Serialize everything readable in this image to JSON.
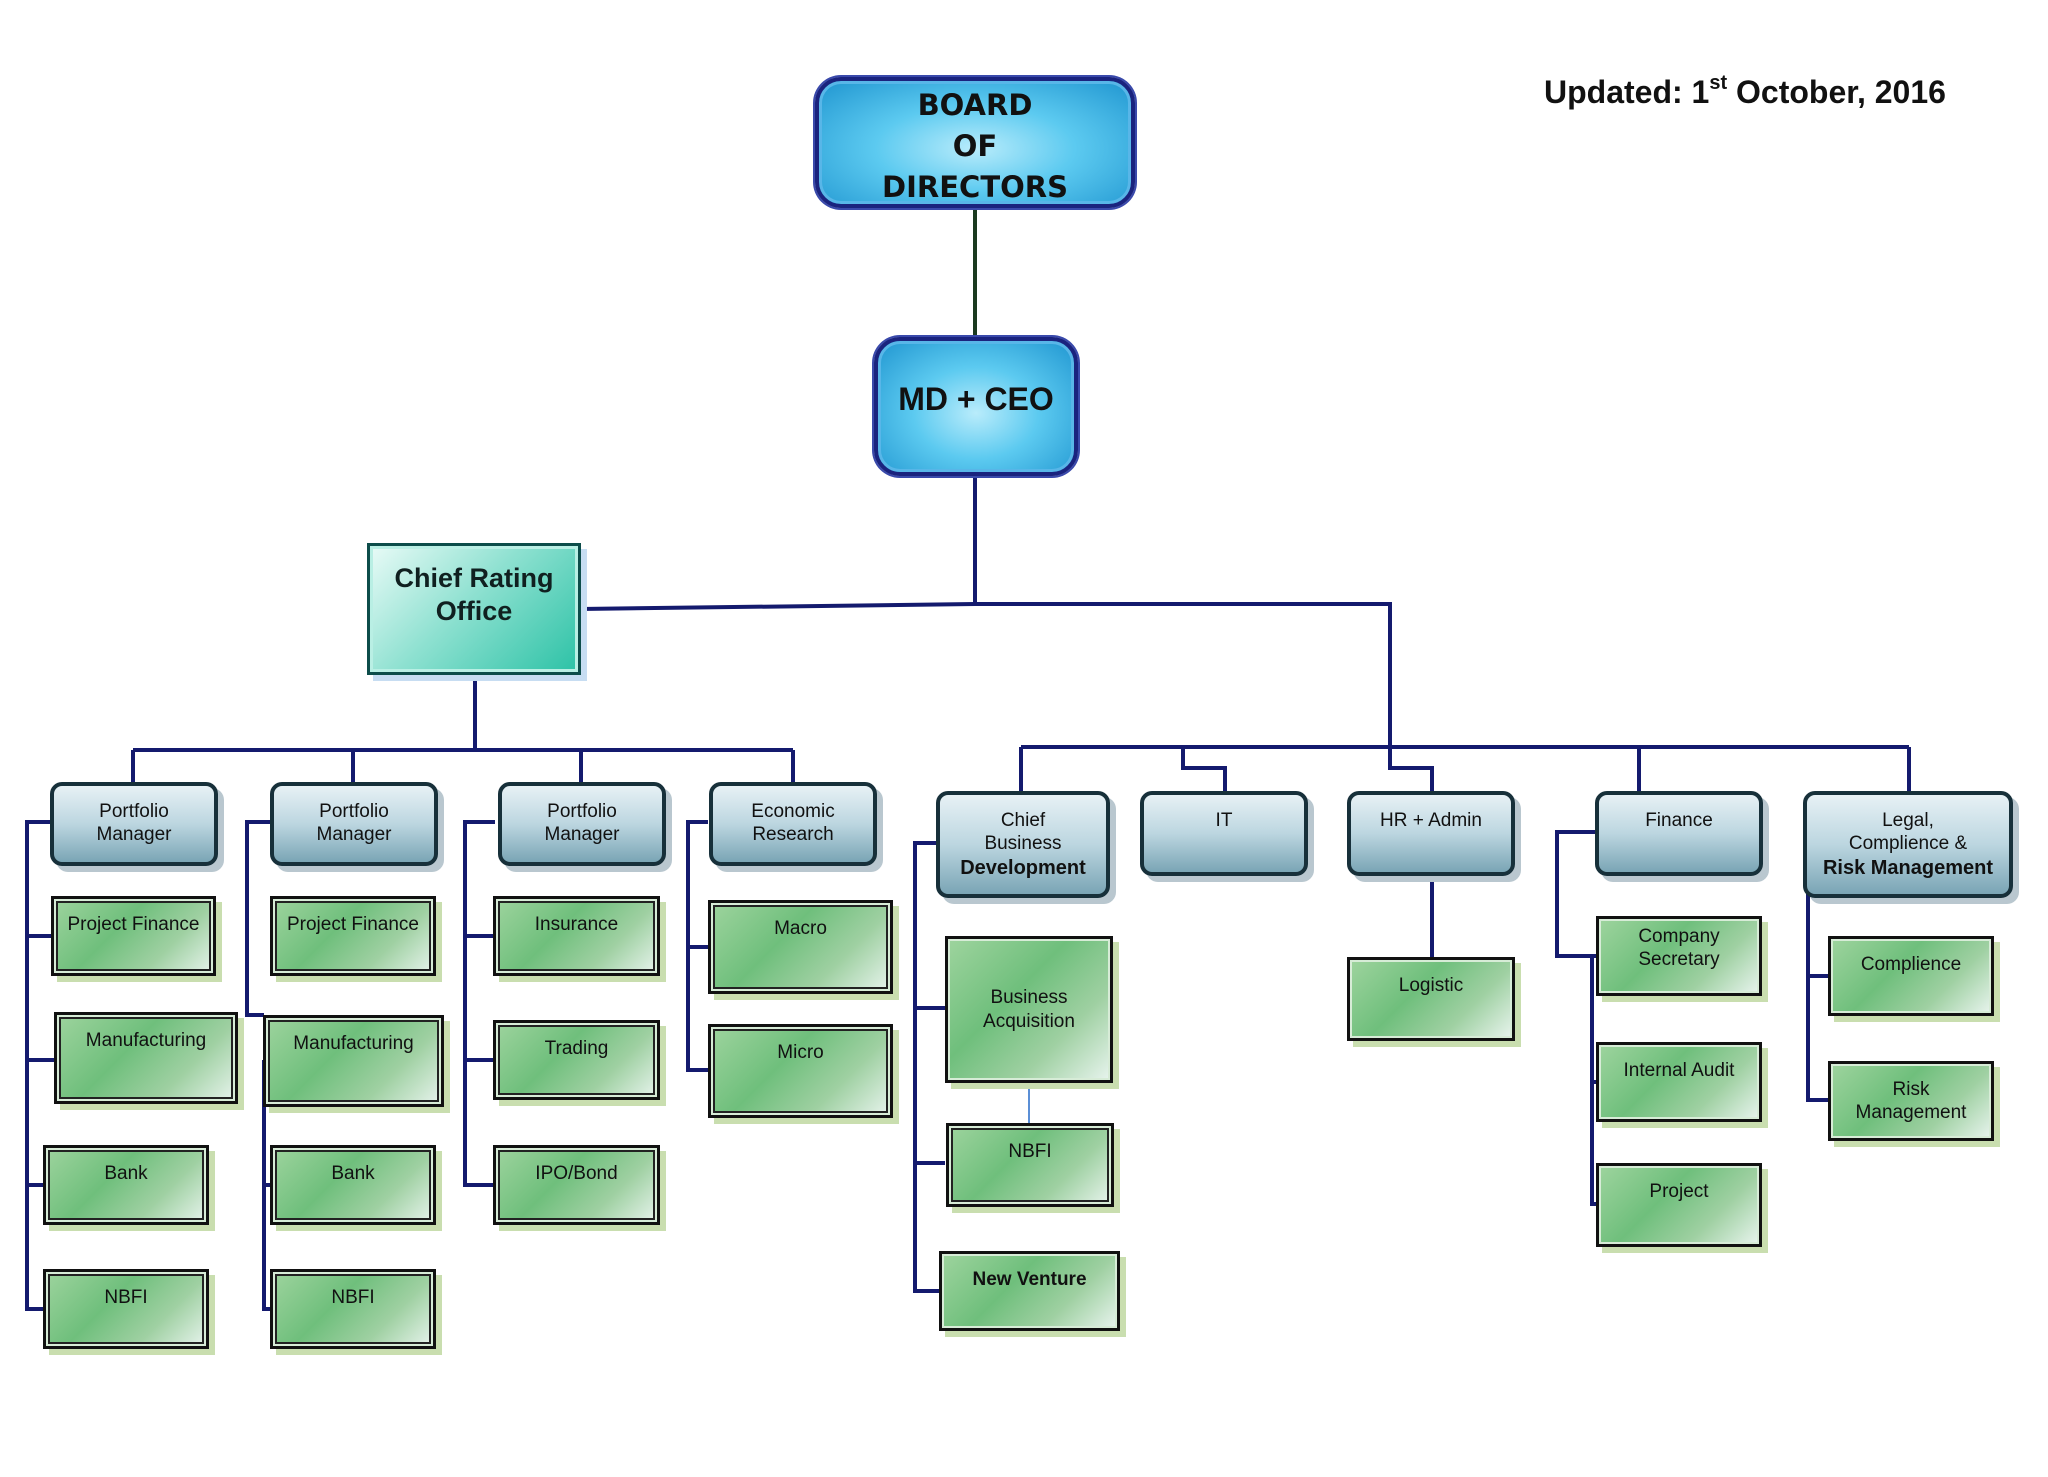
{
  "updated": {
    "label": "Updated: 1",
    "superscript": "st",
    "rest": " October, 2016"
  },
  "board": {
    "label": "BOARD\nOF\nDIRECTORS"
  },
  "ceo": {
    "label": "MD + CEO"
  },
  "cro": {
    "label": "Chief Rating\nOffice"
  },
  "rating_departments": [
    {
      "label": "Portfolio\nManager",
      "units": [
        "Project Finance",
        "Manufacturing",
        "Bank",
        "NBFI"
      ]
    },
    {
      "label": "Portfolio\nManager",
      "units": [
        "Project Finance",
        "Manufacturing",
        "Bank",
        "NBFI"
      ]
    },
    {
      "label": "Portfolio\nManager",
      "units": [
        "Insurance",
        "Trading",
        "IPO/Bond"
      ]
    },
    {
      "label": "Economic\nResearch",
      "units": [
        "Macro",
        "Micro"
      ]
    }
  ],
  "ceo_departments": [
    {
      "label": "Chief\nBusiness",
      "label_bold": "Development",
      "units": [
        "Business\nAcquisition",
        "NBFI",
        "New Venture"
      ]
    },
    {
      "label": "IT",
      "units": []
    },
    {
      "label": "HR + Admin",
      "units": [
        "Logistic"
      ]
    },
    {
      "label": "Finance",
      "units": [
        "Company\nSecretary",
        "Internal Audit",
        "Project"
      ]
    },
    {
      "label": "Legal,\nComplience &",
      "label_bold": "Risk Management",
      "units": [
        "Complience",
        "Risk\nManagement"
      ]
    }
  ],
  "colors": {
    "connector": "#141a6e",
    "board_connector": "#1b3a20",
    "leaf_green": "#6fbf7c",
    "dept_blue": "#bcd6e0",
    "cro_teal": "#2cc2a6"
  }
}
